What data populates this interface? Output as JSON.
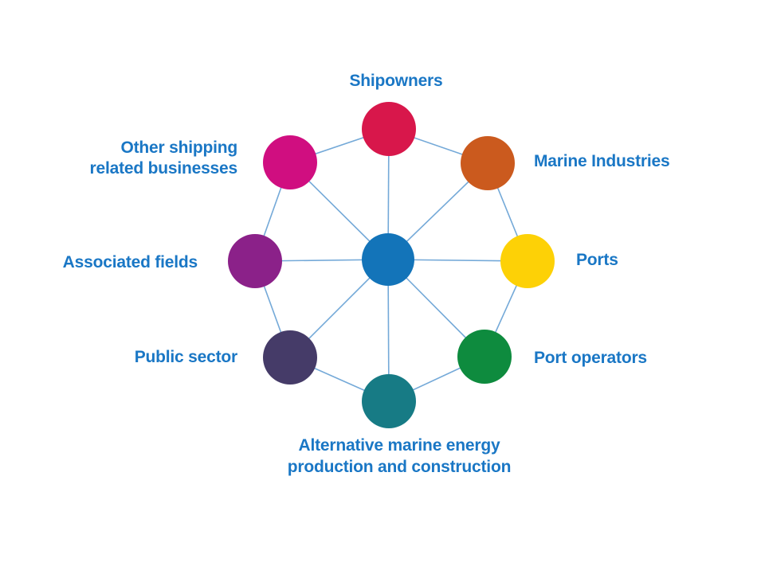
{
  "diagram": {
    "type": "hub-and-spoke",
    "description": "Maritime cluster stakeholder wheel: central hub connected to eight stakeholder groups arranged in a ring, adjacent nodes also linked",
    "hub": {
      "label": "",
      "color": "#1374B9"
    },
    "connector_color": "#74A9D8",
    "label_color": "#1A77C5",
    "nodes": [
      {
        "id": "shipowners",
        "label": "Shipowners",
        "color": "#D8174B"
      },
      {
        "id": "marine-industries",
        "label": "Marine Industries",
        "color": "#CB5A1E"
      },
      {
        "id": "ports",
        "label": "Ports",
        "color": "#FDD106"
      },
      {
        "id": "port-operators",
        "label": "Port operators",
        "color": "#0E8B3E"
      },
      {
        "id": "alternative-marine-energy",
        "label": "Alternative marine energy production and construction",
        "color": "#177B85"
      },
      {
        "id": "public-sector",
        "label": "Public sector",
        "color": "#453B68"
      },
      {
        "id": "associated-fields",
        "label": "Associated fields",
        "color": "#8B2189"
      },
      {
        "id": "other-shipping",
        "label": "Other shipping related businesses",
        "color": "#D00E80"
      }
    ]
  }
}
